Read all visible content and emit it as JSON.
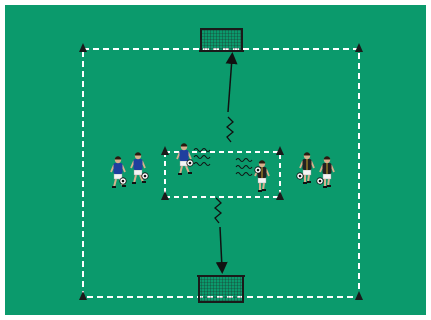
{
  "diagram": {
    "colors": {
      "pitch": "#0b9a6c",
      "lines": "#ffffff",
      "cone": "#1a1a1a",
      "team_blue": "#1f3f9e",
      "team_black": "#222222",
      "shorts": "#f4f4f4",
      "skin": "#d8b08c",
      "hair": "#2a1a10",
      "arrow": "#111111",
      "dribble": "#111111"
    },
    "pitch_markings": [
      "outer-dashed-boundary",
      "center-dashed-square"
    ],
    "goals": [
      "top-goal",
      "bottom-goal"
    ],
    "players": [
      {
        "id": "left-queue-player-1",
        "team": "blue",
        "has_ball": true
      },
      {
        "id": "left-queue-player-2",
        "team": "blue",
        "has_ball": true
      },
      {
        "id": "center-blue-attacker",
        "team": "blue",
        "has_ball": true
      },
      {
        "id": "center-black-attacker",
        "team": "black",
        "has_ball": true
      },
      {
        "id": "right-queue-player-1",
        "team": "black",
        "has_ball": true
      },
      {
        "id": "right-queue-player-2",
        "team": "black",
        "has_ball": true
      }
    ],
    "arrows": [
      "dribble-to-top-goal",
      "dribble-to-bottom-goal"
    ]
  }
}
